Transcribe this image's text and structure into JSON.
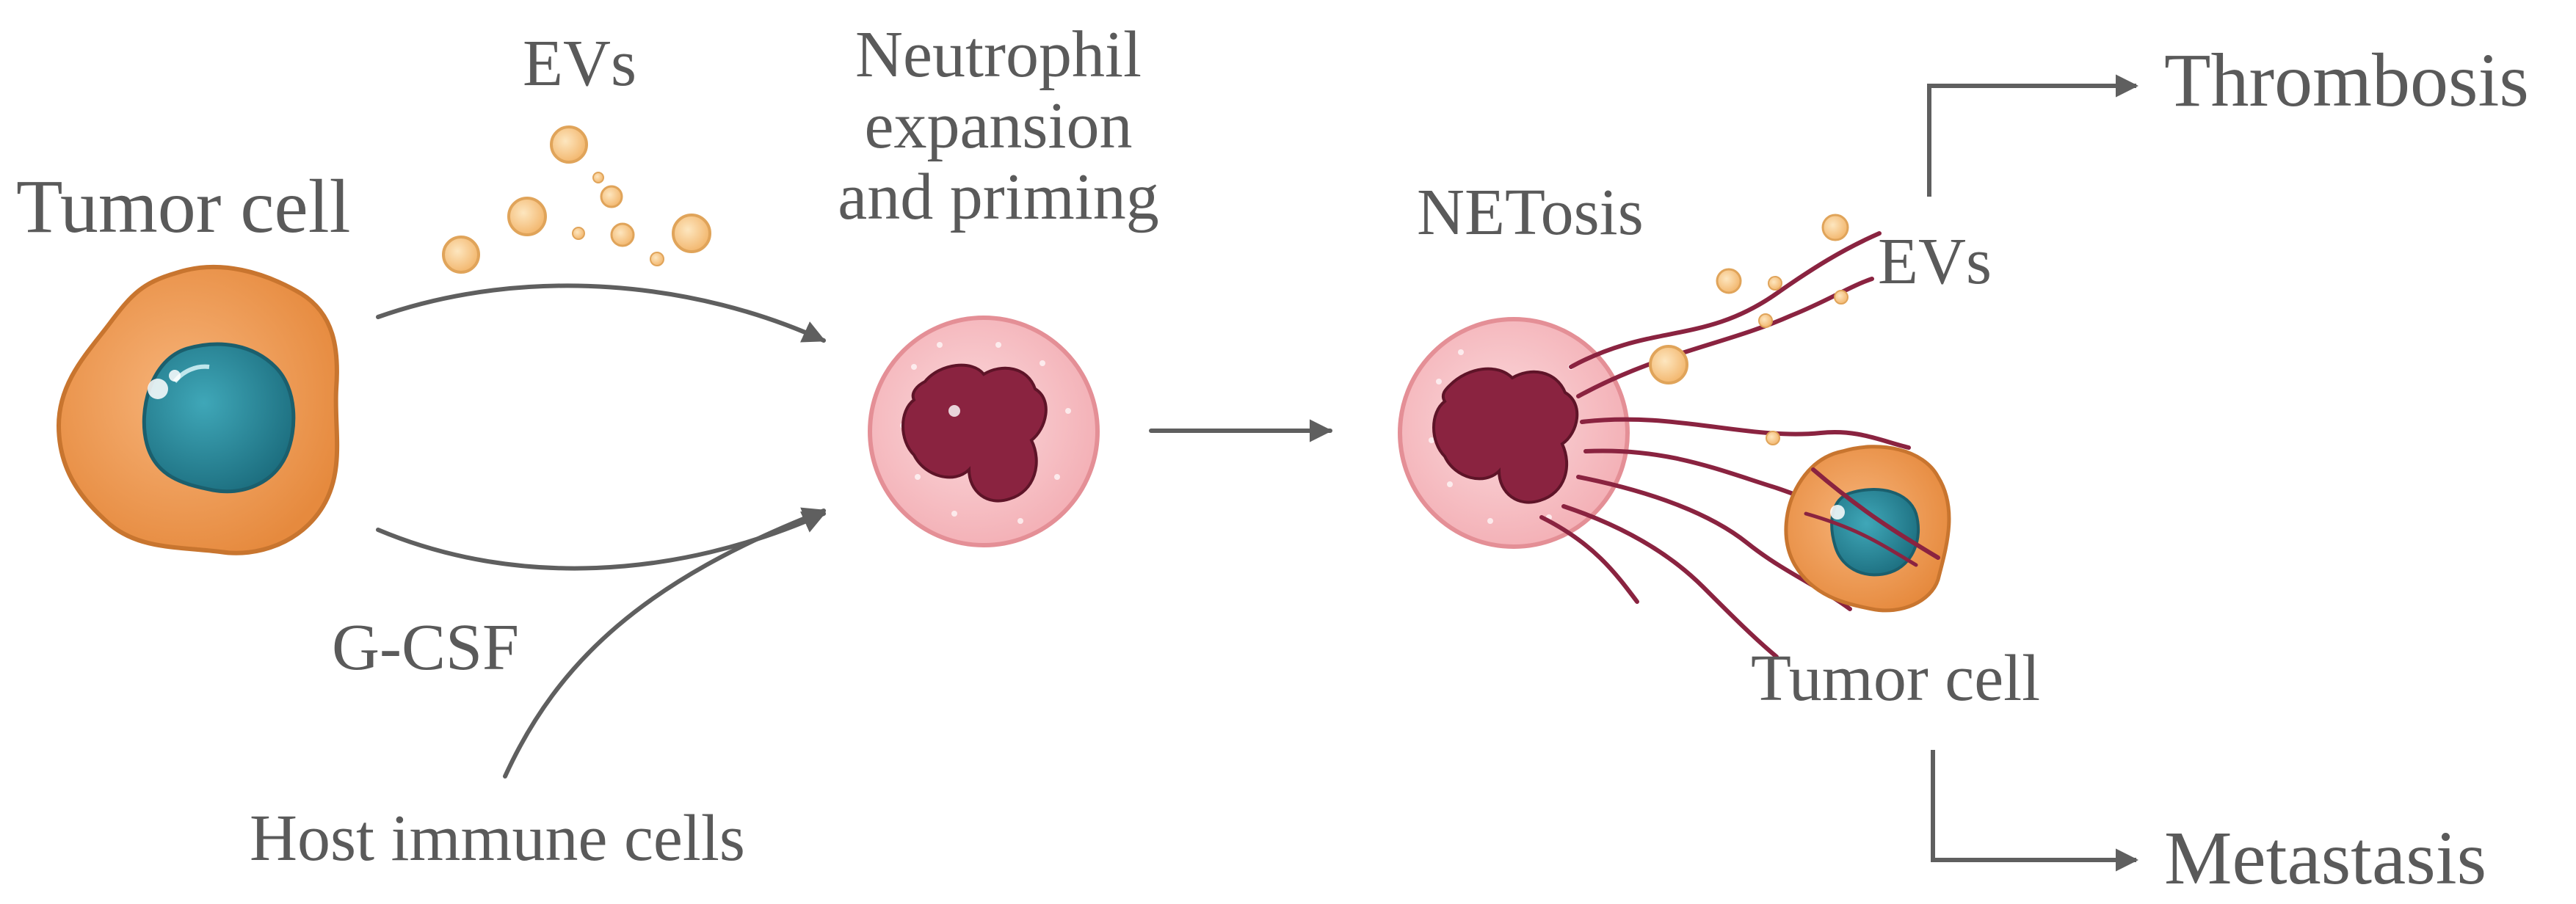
{
  "labels": {
    "tumor_cell_left": "Tumor cell",
    "evs_top": "EVs",
    "neutrophil_line1": "Neutrophil",
    "neutrophil_line2": "expansion",
    "neutrophil_line3": "and priming",
    "g_csf": "G-CSF",
    "host_immune_cells": "Host immune cells",
    "netosis": "NETosis",
    "evs_right": "EVs",
    "tumor_cell_right": "Tumor cell",
    "thrombosis": "Thrombosis",
    "metastasis": "Metastasis"
  },
  "colors": {
    "text": "#5a5a5a",
    "arrow": "#5f5f5f",
    "tumor_cytoplasm": "#f0a15c",
    "tumor_outline": "#c8752f",
    "nucleus_teal": "#2a8a9c",
    "neutrophil_body": "#f7c4c8",
    "neutrophil_outline": "#e48f96",
    "neutrophil_nucleus": "#8a2340",
    "net_strand": "#8a2340",
    "ev_fill": "#f8cf92",
    "ev_outline": "#e0a45a"
  }
}
